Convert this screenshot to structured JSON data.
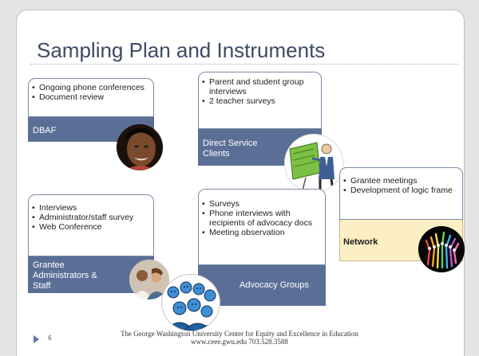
{
  "slide": {
    "title": "Sampling Plan and Instruments",
    "page_number": "6",
    "footer_line1": "The George Washington University Center for Equity and Excellence in Education",
    "footer_line2": "www.ceee.gwu.edu   703.528.3588"
  },
  "cards": {
    "dbaf": {
      "items": [
        "Ongoing phone conferences",
        "Document review"
      ],
      "label": "DBAF",
      "photo": "woman-portrait-photo"
    },
    "direct": {
      "items": [
        "Parent and student group interviews",
        "2 teacher surveys"
      ],
      "label": "Direct Service Clients",
      "photo": "presenter-clipart-photo"
    },
    "network": {
      "items": [
        "Grantee meetings",
        "Development of logic frame"
      ],
      "label": "Network",
      "photo": "crowd-silhouettes-photo"
    },
    "grantee": {
      "items": [
        "Interviews",
        "Administrator/staff survey",
        "Web Conference"
      ],
      "label": "Grantee Administrators & Staff",
      "photo": "group-meeting-photo"
    },
    "advocacy": {
      "items": [
        "Surveys",
        "Phone interviews with recipients of advocacy docs",
        "Meeting observation"
      ],
      "label": "Advocacy Groups",
      "photo": "crowd-sketch-photo"
    }
  },
  "colors": {
    "card_header": "#5b6f96",
    "card_header_network": "#fdefc4",
    "title": "#3c4a63"
  }
}
